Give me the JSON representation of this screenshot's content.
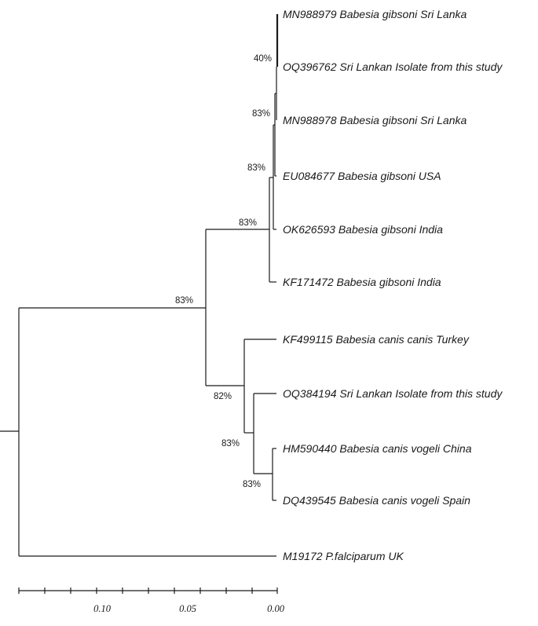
{
  "tree": {
    "taxa": [
      "MN988979 Babesia gibsoni Sri Lanka",
      "OQ396762 Sri Lankan Isolate from this study",
      "MN988978 Babesia gibsoni Sri Lanka",
      "EU084677 Babesia gibsoni USA",
      "OK626593 Babesia gibsoni India",
      "KF171472 Babesia gibsoni India",
      "KF499115 Babesia canis canis Turkey",
      "OQ384194 Sri Lankan Isolate from this study",
      "HM590440 Babesia canis vogeli China",
      "DQ439545 Babesia canis vogeli Spain",
      "M19172 P.falciparum UK"
    ],
    "support_values": [
      "40%",
      "83%",
      "83%",
      "83%",
      "83%",
      "82%",
      "83%",
      "83%"
    ]
  },
  "scale": {
    "tick_labels": [
      "0.10",
      "0.05",
      "0.00"
    ]
  }
}
